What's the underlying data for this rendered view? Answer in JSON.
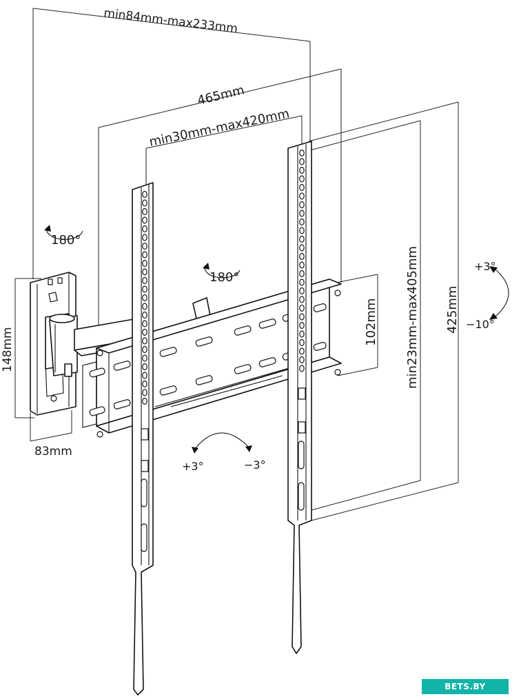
{
  "dimensions": {
    "arm_extension": "min84mm-max233mm",
    "total_width": "465mm",
    "vesa_horizontal": "min30mm-max420mm",
    "vesa_vertical": "min23mm-max405mm",
    "total_height": "425mm",
    "wall_plate_height": "148mm",
    "wall_plate_width": "83mm",
    "arm_bracket_height": "102mm"
  },
  "rotations": {
    "swivel_wall": "180°",
    "swivel_arm": "180°",
    "tilt_up": "+3°",
    "tilt_down": "−10°",
    "level_plus": "+3°",
    "level_minus": "−3°"
  },
  "watermark": "BETS.BY"
}
